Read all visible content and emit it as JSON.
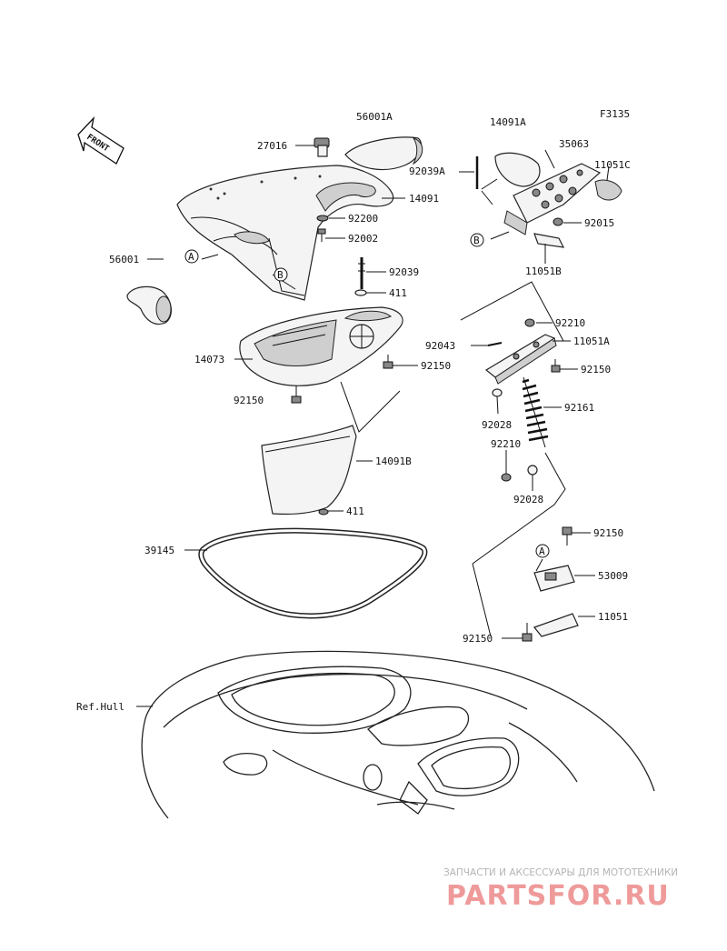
{
  "figure_code": "F3135",
  "front_arrow": "FRONT",
  "callouts": {
    "A": "A",
    "B": "B"
  },
  "part_numbers": {
    "p56001A": "56001A",
    "p27016": "27016",
    "p14091": "14091",
    "p92200": "92200",
    "p92002": "92002",
    "p56001": "56001",
    "p92039": "92039",
    "p411a": "411",
    "p14073": "14073",
    "p92150a": "92150",
    "p92150b": "92150",
    "p14091B": "14091B",
    "p411b": "411",
    "p39145": "39145",
    "p14091A": "14091A",
    "p35063": "35063",
    "p92039A": "92039A",
    "p11051C": "11051C",
    "p92015": "92015",
    "p11051B": "11051B",
    "p92210a": "92210",
    "p92043": "92043",
    "p11051A": "11051A",
    "p92150c": "92150",
    "p92161": "92161",
    "p92028a": "92028",
    "p92210b": "92210",
    "p92028b": "92028",
    "p92150d": "92150",
    "p53009": "53009",
    "p11051": "11051",
    "p92150e": "92150",
    "ref_hull": "Ref.Hull"
  },
  "watermark": {
    "tagline": "ЗАПЧАСТИ И АКСЕССУАРЫ ДЛЯ МОТОТЕХНИКИ",
    "brand": "PARTSFOR.RU"
  }
}
